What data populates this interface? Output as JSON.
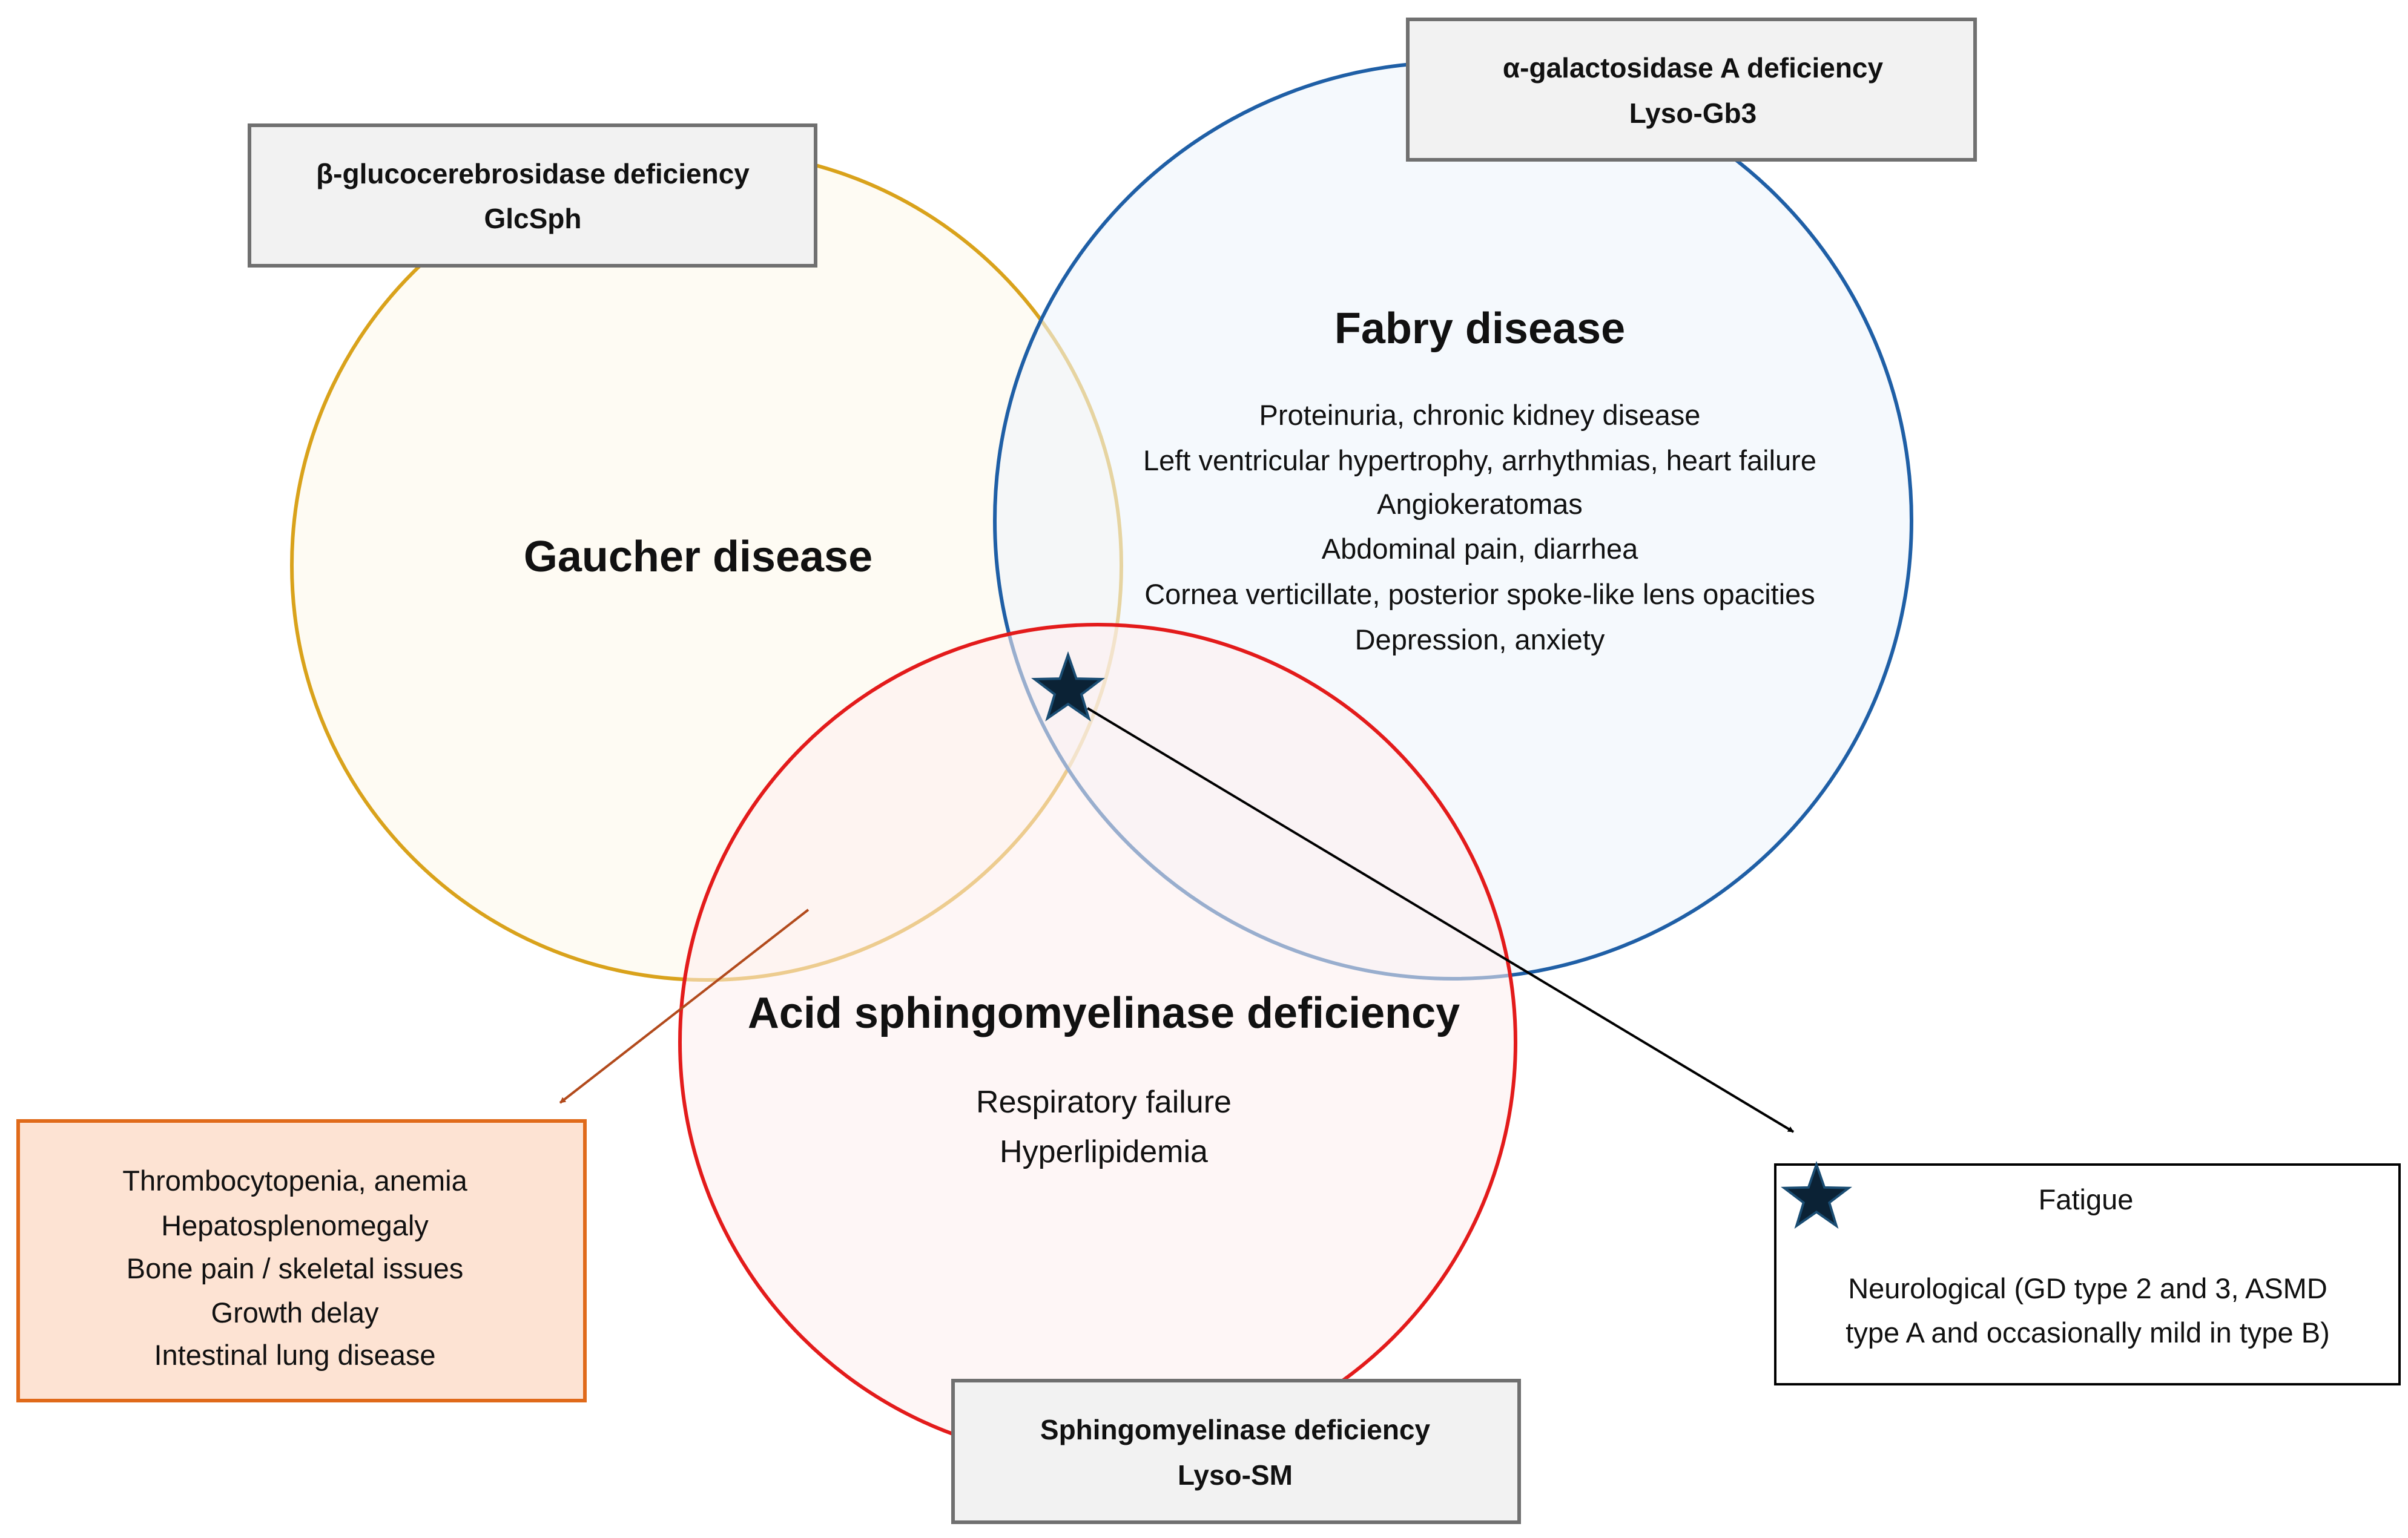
{
  "gaucher": {
    "title": "Gaucher disease",
    "enzyme": "β-glucocerebrosidase deficiency",
    "biomarker": "GlcSph",
    "symptoms": [
      "Thrombocytopenia, anemia",
      "Hepatosplenomegaly",
      "Bone pain / skeletal issues",
      "Growth delay",
      "Intestinal lung disease"
    ]
  },
  "fabry": {
    "title": "Fabry disease",
    "enzyme": "α-galactosidase A deficiency",
    "biomarker": "Lyso-Gb3",
    "symptoms": [
      "Proteinuria, chronic kidney disease",
      "Left ventricular hypertrophy, arrhythmias, heart failure",
      "Angiokeratomas",
      "Abdominal pain, diarrhea",
      "Cornea verticillate, posterior spoke-like lens opacities",
      "Depression, anxiety"
    ]
  },
  "asmd": {
    "title": "Acid sphingomyelinase deficiency",
    "enzyme": "Sphingomyelinase deficiency",
    "biomarker": "Lyso-SM",
    "symptoms": [
      "Respiratory failure",
      "Hyperlipidemia"
    ]
  },
  "shared": {
    "line1": "Fatigue",
    "line2": "Neurological (GD type 2 and 3, ASMD",
    "line3": "type A and occasionally mild in type B)"
  },
  "colors": {
    "gaucher_stroke": "#D9A21B",
    "gaucher_fill": "#FEFAEE",
    "fabry_stroke": "#1F5FA6",
    "fabry_fill": "#EFF5FB",
    "asmd_stroke": "#E31B1B",
    "asmd_fill": "#FDEFEF",
    "gaucher_box_stroke": "#E06A1A",
    "gaucher_box_fill": "#FDE3D3",
    "gray_box_fill": "#F2F2F2",
    "gray_box_stroke": "#707070",
    "star_fill": "#0B2235"
  }
}
